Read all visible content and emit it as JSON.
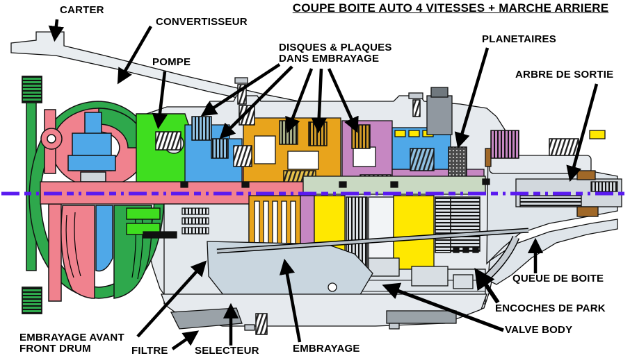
{
  "title": "COUPE BOITE AUTO 4 VITESSES + MARCHE ARRIERE",
  "labels": {
    "carter": "CARTER",
    "convertisseur": "CONVERTISSEUR",
    "pompe": "POMPE",
    "disques_line1": "DISQUES & PLAQUES",
    "disques_line2": "DANS EMBRAYAGE",
    "planetaires": "PLANETAIRES",
    "arbre_de_sortie": "ARBRE DE SORTIE",
    "embrayage_avant_line1": "EMBRAYAGE AVANT",
    "embrayage_avant_line2": "FRONT DRUM",
    "filtre": "FILTRE",
    "selecteur": "SELECTEUR",
    "embrayage": "EMBRAYAGE",
    "encoches_de_park": "ENCOCHES DE PARK",
    "valve_body": "VALVE BODY",
    "queue_de_boite": "QUEUE DE BOITE"
  },
  "palette": {
    "housing_green": "#2EA84C",
    "pump_green": "#3FDE1F",
    "rose": "#F0828E",
    "blue": "#4FA8E8",
    "amber": "#E8A41C",
    "mauve": "#C687C2",
    "yellow": "#FFE800",
    "case_gray": "#E6EAEE",
    "selector_gray": "#C9D6DF",
    "brown": "#A06828",
    "axis_purple": "#5A1AF0",
    "outline_black": "#111111"
  }
}
